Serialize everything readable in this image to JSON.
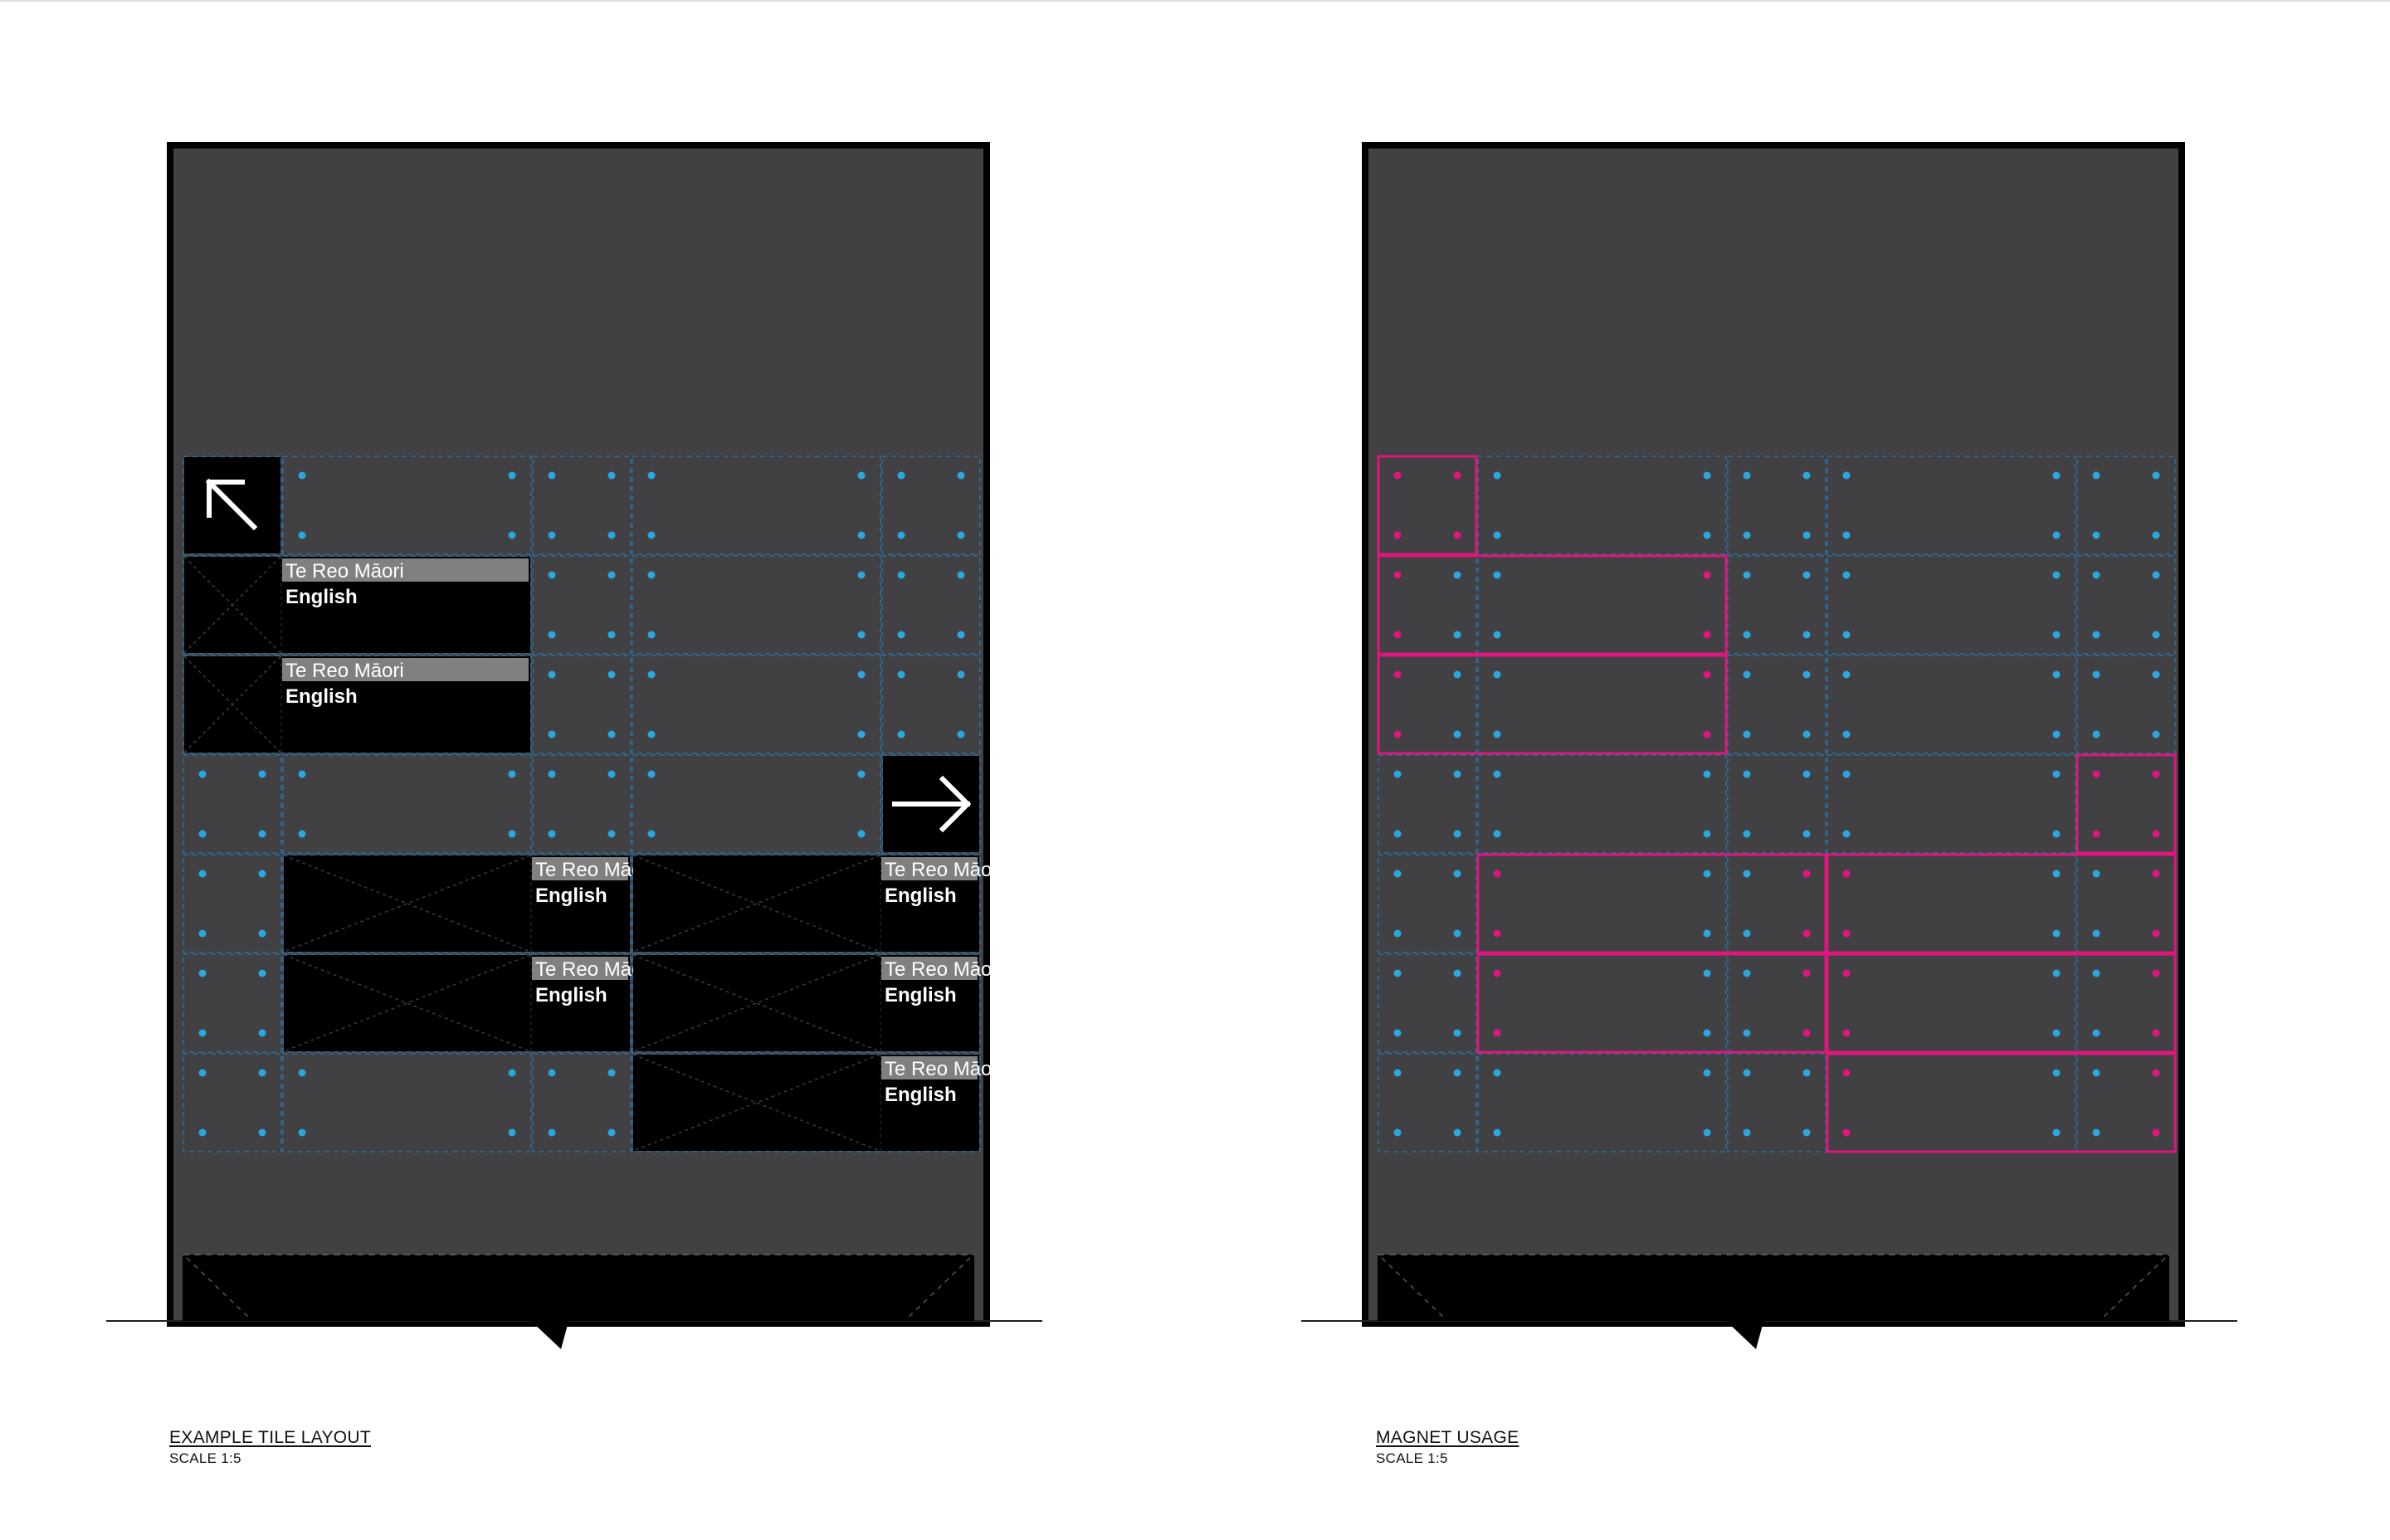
{
  "left_panel": {
    "title": "EXAMPLE TILE LAYOUT",
    "scale": "SCALE 1:5",
    "tile_top_label": "Te Reo Māori",
    "tile_bottom_label": "English"
  },
  "right_panel": {
    "title": "MAGNET USAGE",
    "scale": "SCALE 1:5"
  },
  "colors": {
    "board": "#414042",
    "frame": "#000000",
    "grid_dash": "#2b6f9e",
    "magnet_dot": "#29a8e0",
    "magnet_highlight": "#e0157e",
    "tile": "#000000",
    "label_band": "#808080"
  },
  "icons": {
    "tile_1": "arrow-up-left-icon",
    "tile_2": "arrow-right-icon"
  }
}
